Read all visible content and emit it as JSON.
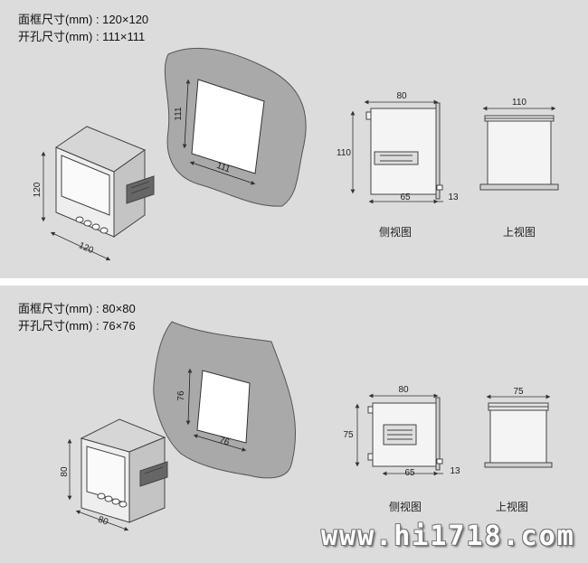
{
  "panels": [
    {
      "spec_frame_label": "面框尺寸(mm)",
      "spec_frame_value": ": 120×120",
      "spec_hole_label": "开孔尺寸(mm)",
      "spec_hole_value": ": 111×111",
      "meter": {
        "height": "120",
        "width": "120"
      },
      "cutout": {
        "height": "111",
        "width": "111"
      },
      "side": {
        "depth": "80",
        "height": "110",
        "body": "65",
        "flange": "13",
        "caption": "侧视图"
      },
      "top": {
        "width": "110",
        "caption": "上视图"
      }
    },
    {
      "spec_frame_label": "面框尺寸(mm)",
      "spec_frame_value": ": 80×80",
      "spec_hole_label": "开孔尺寸(mm)",
      "spec_hole_value": ": 76×76",
      "meter": {
        "height": "80",
        "width": "80"
      },
      "cutout": {
        "height": "76",
        "width": "76"
      },
      "side": {
        "depth": "80",
        "height": "75",
        "body": "65",
        "flange": "13",
        "caption": "侧视图"
      },
      "top": {
        "width": "75",
        "caption": "上视图"
      }
    }
  ],
  "watermark": "www.hi1718.com",
  "colors": {
    "panel_bg": "#dcdcdc",
    "plate": "#a9a9a9",
    "line": "#333333"
  }
}
